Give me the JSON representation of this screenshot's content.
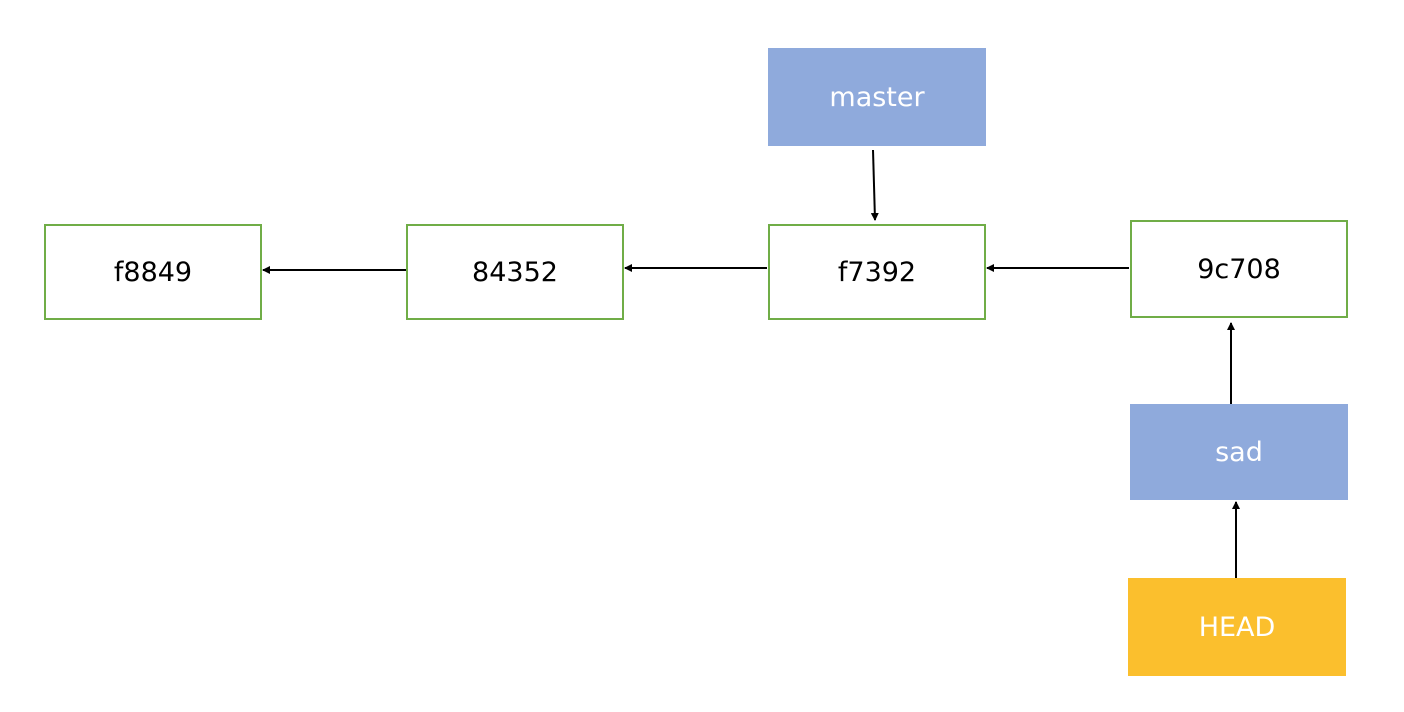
{
  "colors": {
    "commit_border": "#70ad47",
    "commit_fill": "#ffffff",
    "branch_fill": "#8faadc",
    "head_fill": "#fbbf2d",
    "arrow": "#000000"
  },
  "commits": [
    {
      "id": "f8849"
    },
    {
      "id": "84352"
    },
    {
      "id": "f7392"
    },
    {
      "id": "9c708"
    }
  ],
  "branches": {
    "master": "master",
    "sad": "sad"
  },
  "head": {
    "label": "HEAD"
  },
  "edges": [
    {
      "from": "84352",
      "to": "f8849"
    },
    {
      "from": "f7392",
      "to": "84352"
    },
    {
      "from": "9c708",
      "to": "f7392"
    },
    {
      "from": "master",
      "to": "f7392"
    },
    {
      "from": "sad",
      "to": "9c708"
    },
    {
      "from": "HEAD",
      "to": "sad"
    }
  ]
}
